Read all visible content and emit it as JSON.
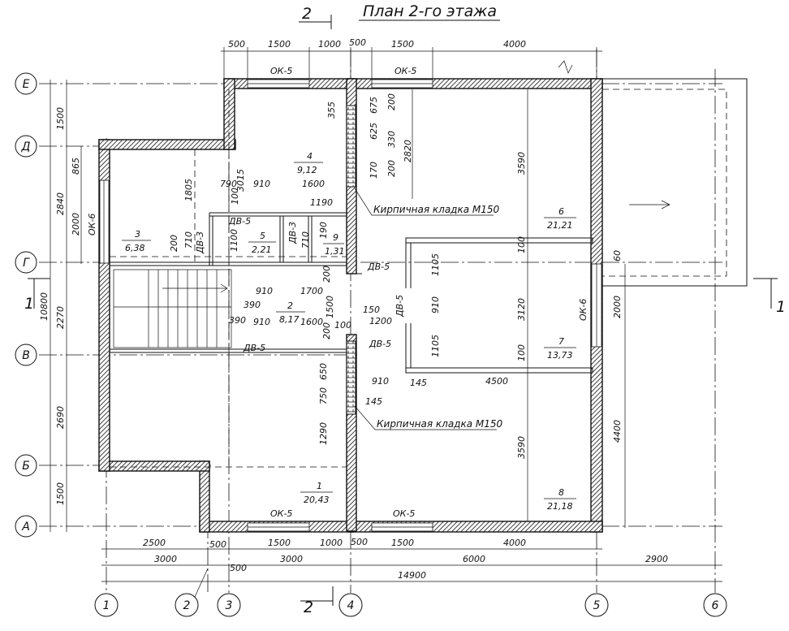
{
  "title": "План 2-го этажа",
  "section_mark": "2",
  "section_side": "1",
  "axes_x": [
    "1",
    "2",
    "3",
    "4",
    "5",
    "6"
  ],
  "axes_y": [
    "Е",
    "Д",
    "Г",
    "В",
    "Б",
    "А"
  ],
  "top_dims": [
    "500",
    "1500",
    "1000",
    "500",
    "1500",
    "4000"
  ],
  "bottom_dims_row1": [
    "2500",
    "500",
    "1500",
    "1000",
    "500",
    "1500",
    "4000"
  ],
  "bottom_dims_row2": [
    "3000",
    "500",
    "3000",
    "6000",
    "2900"
  ],
  "bottom_total": "14900",
  "left_dims_outer": [
    "1500",
    "2840",
    "2270",
    "2690",
    "1500"
  ],
  "left_dims_inner": [
    "865",
    "2000",
    "ОК-6"
  ],
  "left_total": "10800",
  "right_dims": [
    "60",
    "2000",
    "4400"
  ],
  "windows": [
    "ОК-5",
    "ОК-5",
    "ОК-5",
    "ОК-5",
    "ОК-6",
    "ОК-6"
  ],
  "doors": [
    "ДВ-5",
    "ДВ-3",
    "ДВ-3",
    "ДВ-5",
    "ДВ-5",
    "ДВ-5",
    "ДВ-5"
  ],
  "notes": [
    "Кирпичная кладка М150",
    "Кирпичная кладка М150"
  ],
  "rooms": [
    {
      "num": "1",
      "area": "20,43"
    },
    {
      "num": "2",
      "area": "8,17"
    },
    {
      "num": "3",
      "area": "6,38"
    },
    {
      "num": "4",
      "area": "9,12"
    },
    {
      "num": "5",
      "area": "2,21"
    },
    {
      "num": "6",
      "area": "21,21"
    },
    {
      "num": "7",
      "area": "13,73"
    },
    {
      "num": "8",
      "area": "21,18"
    },
    {
      "num": "9",
      "area": "1,31"
    }
  ],
  "inner_dims": [
    "355",
    "675",
    "200",
    "625",
    "330",
    "2820",
    "170",
    "200",
    "3590",
    "3015",
    "1805",
    "790",
    "910",
    "1600",
    "100",
    "1190",
    "1100",
    "710",
    "200",
    "710",
    "190",
    "910",
    "1700",
    "390",
    "1500",
    "200",
    "390",
    "910",
    "1600",
    "200",
    "100",
    "150",
    "1200",
    "100",
    "1105",
    "910",
    "1105",
    "3120",
    "100",
    "650",
    "750",
    "1290",
    "910",
    "145",
    "4500",
    "145",
    "3590"
  ]
}
